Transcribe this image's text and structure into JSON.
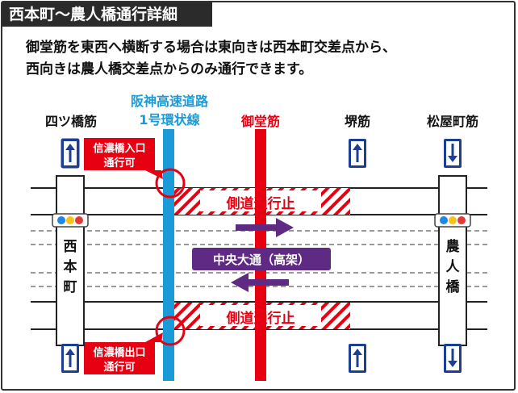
{
  "title": "西本町～農人橋通行詳細",
  "description": {
    "line1": "御堂筋を東西へ横断する場合は東向きは西本町交差点から、",
    "line2": "西向きは農人橋交差点からのみ通行できます。"
  },
  "streets": {
    "yotsubashi": "四ツ橋筋",
    "hanshin_line1": "阪神高速道路",
    "hanshin_line2": "1号環状線",
    "midosuji": "御堂筋",
    "sakaisuji": "堺筋",
    "matsuyamachi": "松屋町筋"
  },
  "intersections": {
    "west": [
      "西",
      "本",
      "町"
    ],
    "east": [
      "農",
      "人",
      "橋"
    ]
  },
  "ramps": {
    "entrance": {
      "line1": "信濃橋入口",
      "line2": "通行可"
    },
    "exit": {
      "line1": "信濃橋出口",
      "line2": "通行可"
    }
  },
  "closures": {
    "upper": "側道通行止",
    "lower": "側道通行止"
  },
  "main_road": "中央大通（高架）",
  "colors": {
    "hanshin": "#1a9ad6",
    "midosuji": "#e60012",
    "callout_bg": "#e60012",
    "expressway_band": "#5e2a84",
    "sign_blue": "#1c3f94",
    "hatch": "#e60012"
  }
}
